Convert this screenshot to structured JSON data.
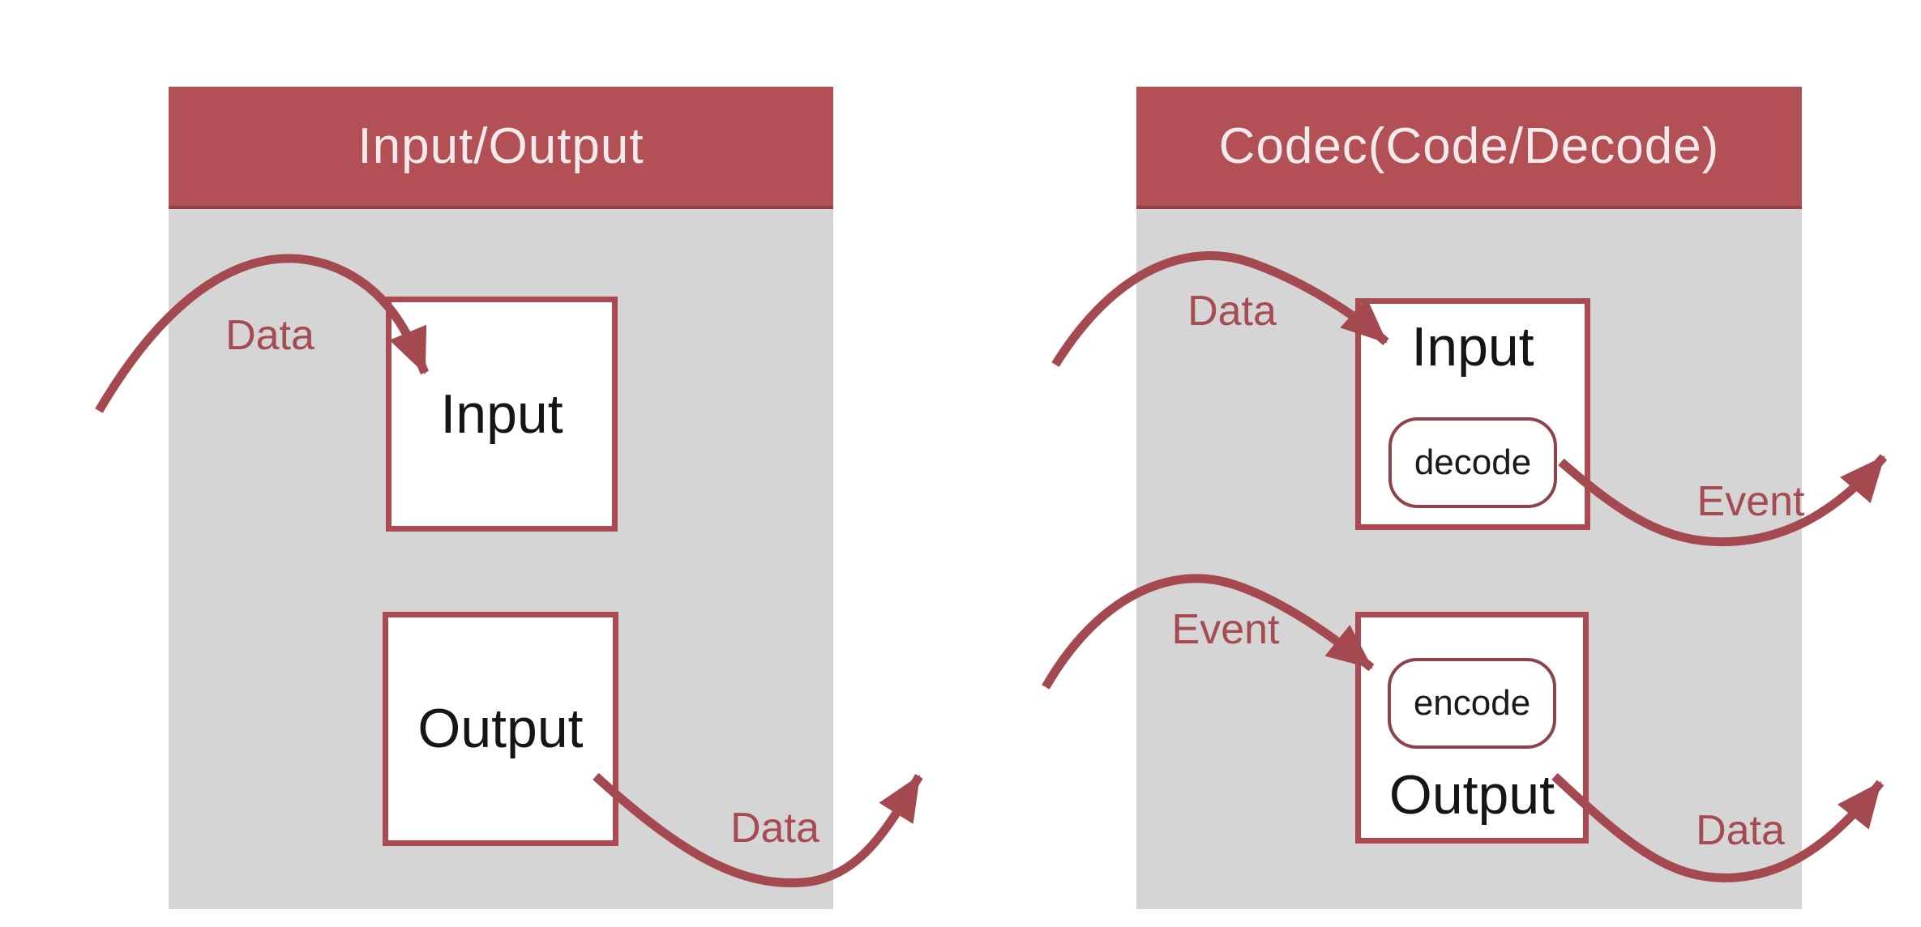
{
  "colors": {
    "header_maroon": "#b25056",
    "header_edge": "#8f4147",
    "panel_gray": "#d6d5d5",
    "box_border_red": "#ab4b51",
    "pill_border_red": "#8e434c",
    "arrow_red": "#a4494f",
    "label_red": "#a54b51",
    "header_text": "#f3eaeb",
    "box_text": "#151515"
  },
  "left_panel": {
    "title": "Input/Output",
    "input_box_label": "Input",
    "output_box_label": "Output",
    "data_in_label": "Data",
    "data_out_label": "Data"
  },
  "right_panel": {
    "title": "Codec(Code/Decode)",
    "input_box_label": "Input",
    "decode_pill_label": "decode",
    "output_box_label": "Output",
    "encode_pill_label": "encode",
    "data_in_label": "Data",
    "event_out_label": "Event",
    "event_in_label": "Event",
    "data_out_label": "Data"
  }
}
